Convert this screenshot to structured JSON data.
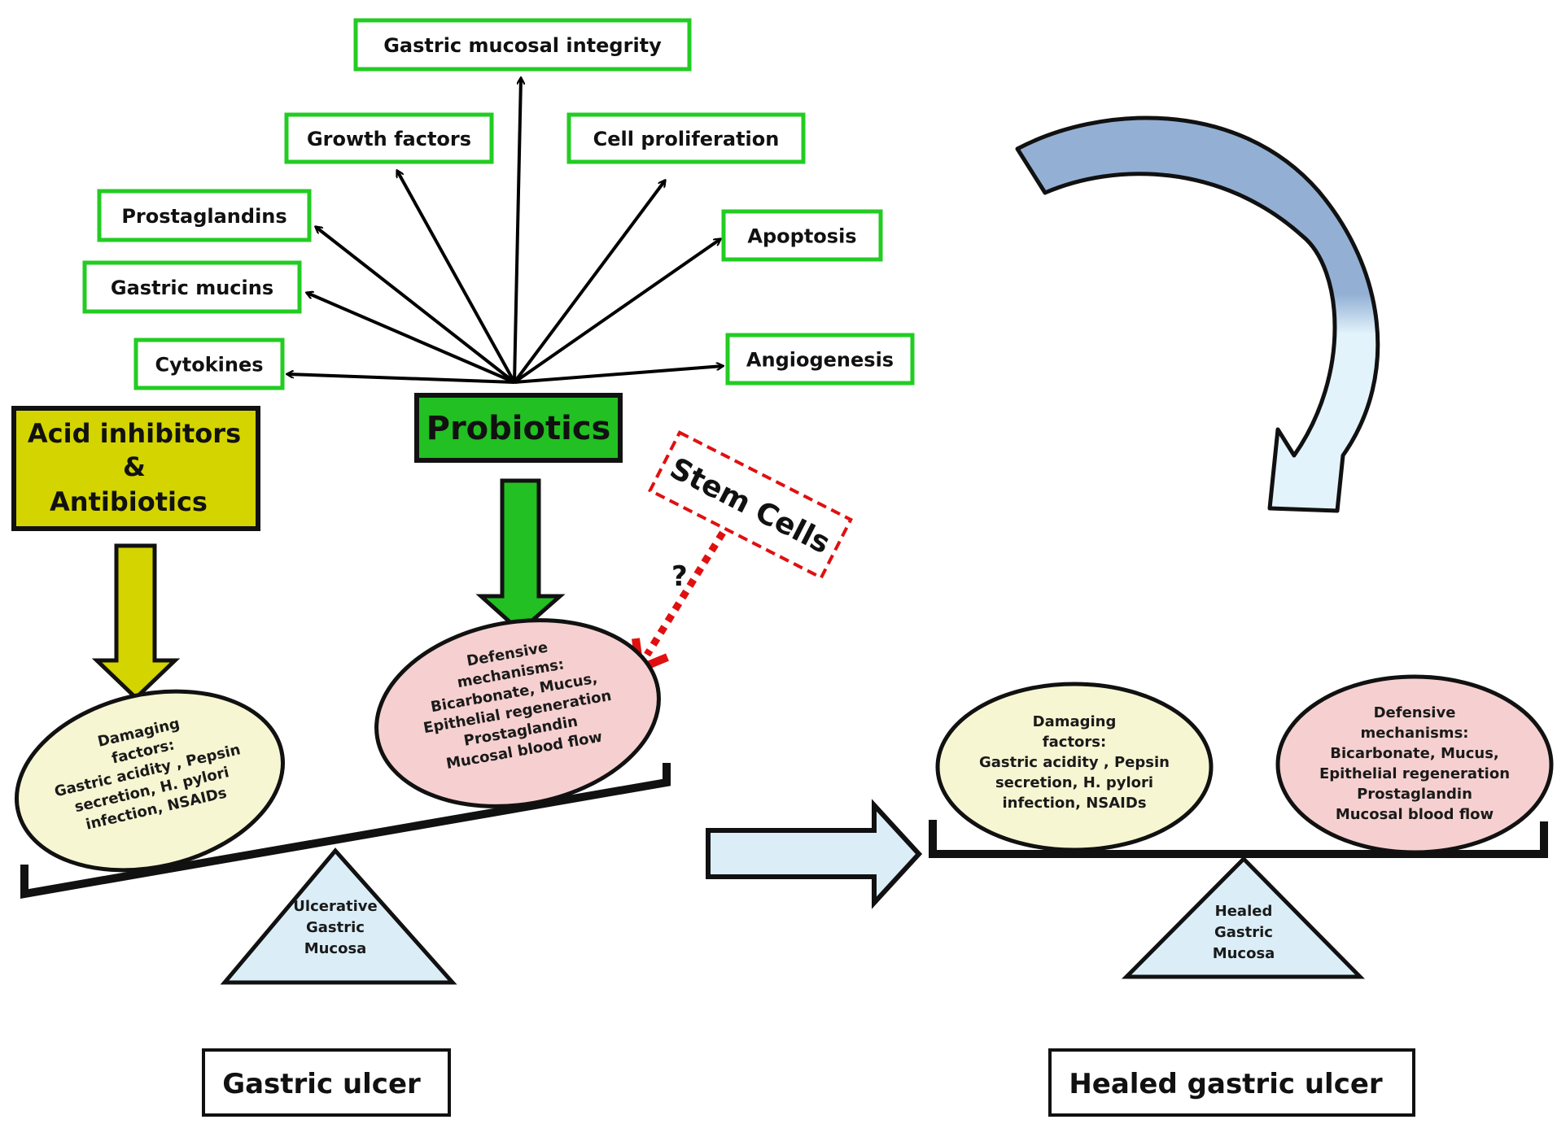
{
  "colors": {
    "effect_border": "#22cc22",
    "probiotics_fill": "#22c022",
    "acid_fill": "#d4d400",
    "damaging_fill": "#f7f6d3",
    "defensive_fill": "#f6d0d0",
    "fulcrum_fill": "#dbeef8",
    "stem_cells": "#e01010",
    "curved_arrow_top": "#93b0d4",
    "curved_arrow_bottom": "#e2f3fb"
  },
  "effects": [
    {
      "id": "gastric-mucosal-integrity",
      "label": "Gastric mucosal integrity"
    },
    {
      "id": "growth-factors",
      "label": "Growth factors"
    },
    {
      "id": "cell-proliferation",
      "label": "Cell proliferation"
    },
    {
      "id": "prostaglandins",
      "label": "Prostaglandins"
    },
    {
      "id": "apoptosis",
      "label": "Apoptosis"
    },
    {
      "id": "gastric-mucins",
      "label": "Gastric mucins"
    },
    {
      "id": "cytokines",
      "label": "Cytokines"
    },
    {
      "id": "angiogenesis",
      "label": "Angiogenesis"
    }
  ],
  "probiotics": {
    "label": "Probiotics"
  },
  "acid_inhibitors": {
    "lines": [
      "Acid inhibitors",
      "&",
      "Antibiotics"
    ]
  },
  "stem_cells": {
    "label": "Stem Cells",
    "question": "?"
  },
  "ulcer_state": {
    "damaging": {
      "title": [
        "Damaging",
        "factors:"
      ],
      "body": [
        "Gastric acidity , Pepsin",
        "secretion, H. pylori",
        "infection, NSAIDs"
      ]
    },
    "defensive": {
      "title": [
        "Defensive",
        "mechanisms:"
      ],
      "body": [
        "Bicarbonate, Mucus,",
        "Epithelial regeneration",
        "Prostaglandin",
        "Mucosal blood flow"
      ]
    },
    "fulcrum": [
      "Ulcerative",
      "Gastric",
      "Mucosa"
    ],
    "caption": "Gastric ulcer"
  },
  "healed_state": {
    "damaging": {
      "title": [
        "Damaging",
        "factors:"
      ],
      "body": [
        "Gastric acidity , Pepsin",
        "secretion, H. pylori",
        "infection, NSAIDs"
      ]
    },
    "defensive": {
      "title": [
        "Defensive",
        "mechanisms:"
      ],
      "body": [
        "Bicarbonate, Mucus,",
        "Epithelial regeneration",
        "Prostaglandin",
        "Mucosal blood flow"
      ]
    },
    "fulcrum": [
      "Healed",
      "Gastric",
      "Mucosa"
    ],
    "caption": "Healed gastric ulcer"
  }
}
